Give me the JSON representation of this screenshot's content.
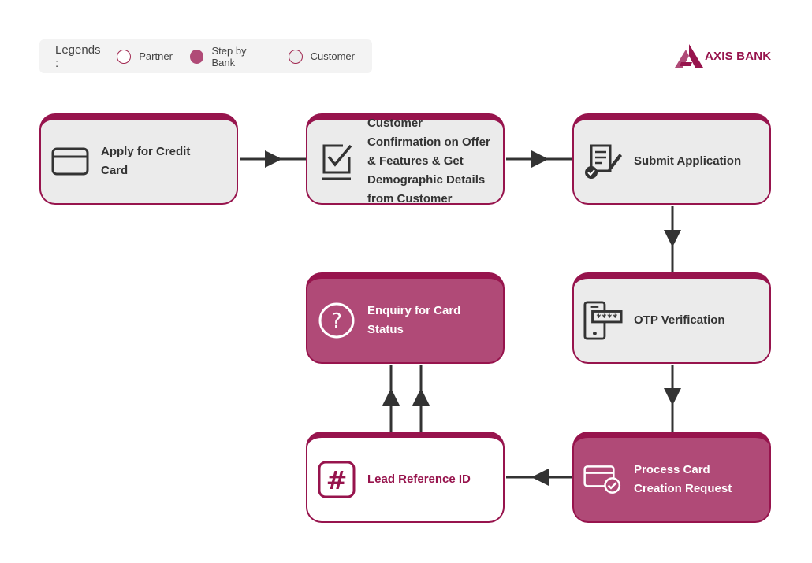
{
  "legend": {
    "title": "Legends :",
    "items": [
      {
        "label": "Partner",
        "kind": "partner"
      },
      {
        "label": "Step by Bank",
        "kind": "bank"
      },
      {
        "label": "Customer",
        "kind": "customer"
      }
    ]
  },
  "brand": {
    "name": "AXIS BANK",
    "color": "#97144d"
  },
  "colors": {
    "border": "#97144d",
    "bank_fill": "#b04a77",
    "customer_fill": "#ebebeb",
    "partner_fill": "#ffffff",
    "arrow": "#333333"
  },
  "steps": {
    "apply": {
      "label": "Apply for Credit Card",
      "icon": "credit-card-icon",
      "kind": "customer"
    },
    "confirm": {
      "label": "Customer Confirmation on Offer & Features & Get Demographic Details from Customer",
      "icon": "checkbox-icon",
      "kind": "customer"
    },
    "submit": {
      "label": "Submit Application",
      "icon": "document-check-icon",
      "kind": "customer"
    },
    "otp": {
      "label": "OTP Verification",
      "icon": "phone-password-icon",
      "kind": "customer"
    },
    "process": {
      "label": "Process Card Creation Request",
      "icon": "card-check-icon",
      "kind": "bank"
    },
    "lead": {
      "label": "Lead Reference ID",
      "icon": "hash-icon",
      "kind": "partner"
    },
    "enquiry": {
      "label": "Enquiry for Card Status",
      "icon": "question-icon",
      "kind": "bank"
    }
  },
  "edges": [
    {
      "from": "apply",
      "to": "confirm"
    },
    {
      "from": "confirm",
      "to": "submit"
    },
    {
      "from": "submit",
      "to": "otp"
    },
    {
      "from": "otp",
      "to": "process"
    },
    {
      "from": "process",
      "to": "lead"
    },
    {
      "from": "lead",
      "to": "enquiry"
    },
    {
      "from": "lead",
      "to": "enquiry"
    }
  ]
}
